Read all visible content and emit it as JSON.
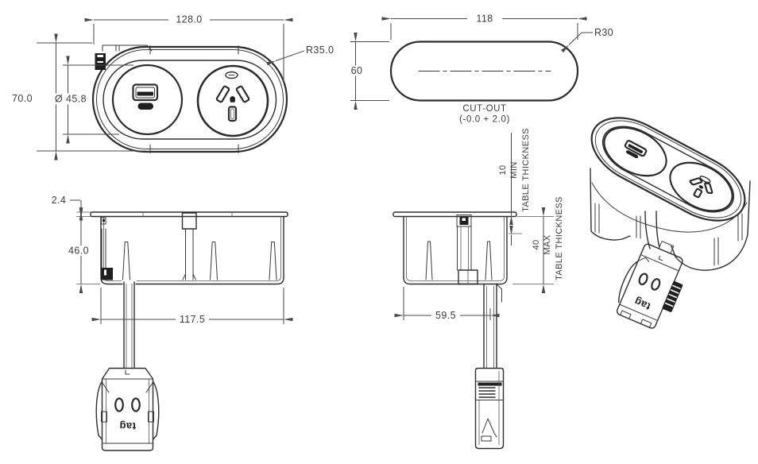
{
  "views": {
    "front": {
      "width_dim": "128.0",
      "height_dim": "70.0",
      "diameter_dim": "Ø 45.8",
      "radius_dim": "R35.0"
    },
    "cutout": {
      "width_dim": "118",
      "height_dim": "60",
      "radius_dim": "R30",
      "caption_line1": "CUT-OUT",
      "caption_line2": "(-0.0 + 2.0)"
    },
    "side_long": {
      "flange_dim": "2.4",
      "depth_dim": "46.0",
      "width_dim": "117.5",
      "connector_brand": "tag"
    },
    "side_end": {
      "width_dim": "59.5",
      "min_value": "10",
      "min_label": "MIN",
      "min_caption": "TABLE THICKNESS",
      "max_value": "40",
      "max_label": "MAX",
      "max_caption": "TABLE THICKNESS"
    },
    "iso": {
      "connector_brand": "tag"
    }
  },
  "colors": {
    "object_line": "#2c2c2c",
    "dimension_line": "#4a4a4a",
    "text": "#3d3d3d",
    "background": "#ffffff"
  }
}
